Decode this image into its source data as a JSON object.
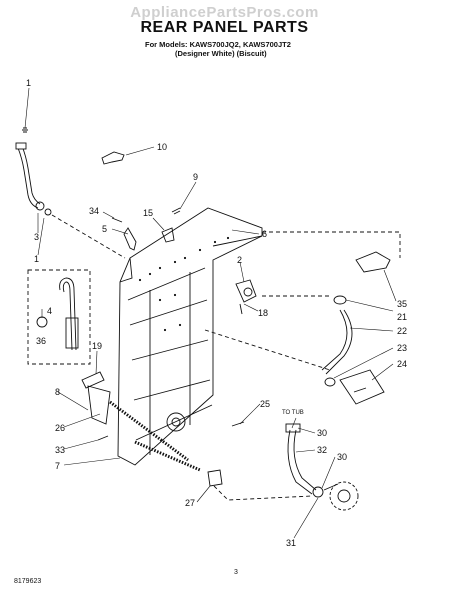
{
  "watermark": "AppliancePartsPros.com",
  "header": {
    "title": "REAR PANEL PARTS",
    "models_line1": "For Models: KAWS700JQ2, KAWS700JT2",
    "models_line2": "(Designer White)   (Biscuit)"
  },
  "callouts": [
    "1",
    "10",
    "9",
    "34",
    "15",
    "5",
    "6",
    "3",
    "1",
    "2",
    "35",
    "21",
    "18",
    "22",
    "23",
    "24",
    "4",
    "36",
    "19",
    "8",
    "25",
    "26",
    "33",
    "7",
    "30",
    "32",
    "30",
    "27",
    "31"
  ],
  "annotations": {
    "to_tub": "TO TUB"
  },
  "footer": {
    "part_code": "8179623",
    "page": "3"
  }
}
